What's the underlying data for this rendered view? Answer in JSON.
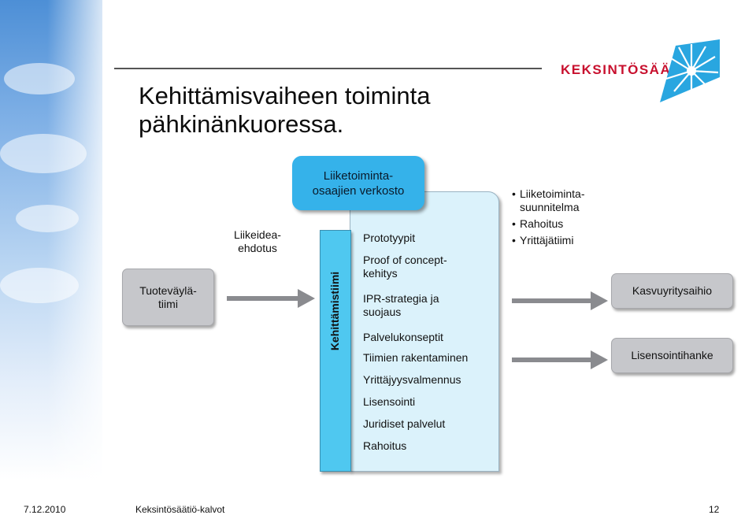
{
  "header": {
    "title": "Kehittämisvaiheen toiminta\npähkinänkuoressa.",
    "logo_text": "KEKSINTÖSÄÄTIÖ",
    "logo_icon": "sunburst-logo-icon"
  },
  "diagram": {
    "left_box": "Tuoteväylä-\ntiimi",
    "idea_label": "Liikeidea-\nehdotus",
    "network_box": "Liiketoiminta-\nosaajien verkosto",
    "vertical_label": "Kehittämistiimi",
    "services": [
      "Prototyypit",
      "Proof of concept-\nkehitys",
      "IPR-strategia ja\nsuojaus",
      "Palvelukonseptit",
      "Tiimien rakentaminen",
      "Yrittäjyysvalmennus",
      "Lisensointi",
      "Juridiset palvelut",
      "Rahoitus"
    ],
    "outputs": [
      "Liiketoiminta-\nsuunnitelma",
      "Rahoitus",
      "Yrittäjätiimi"
    ],
    "result_boxes": [
      "Kasvuyritysaihio",
      "Lisensointihanke"
    ],
    "colors": {
      "network_box": "#35b2ea",
      "vertical_bar": "#4fc8f0",
      "panel": "#dbf2fb",
      "grey_box": "#c6c7cb",
      "arrow": "#8a8b8f",
      "logo": "#c8102e",
      "logo_mark": "#29a6e0"
    }
  },
  "footer": {
    "date": "7.12.2010",
    "source": "Keksintösäätiö-kalvot",
    "page": "12"
  }
}
